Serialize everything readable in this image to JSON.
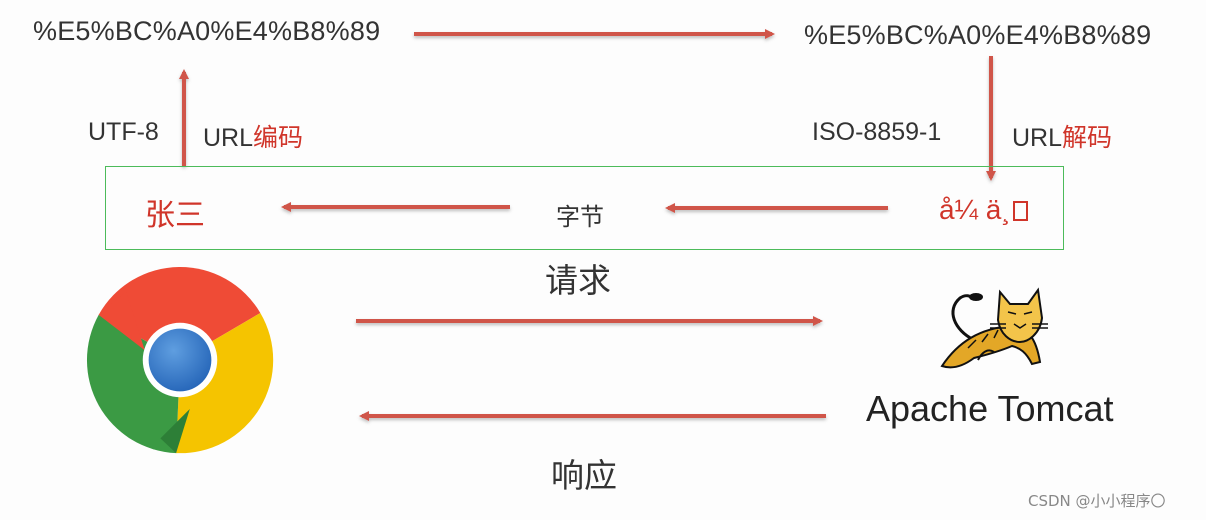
{
  "top": {
    "encoded_left": "%E5%BC%A0%E4%B8%89",
    "encoded_right": "%E5%BC%A0%E4%B8%89"
  },
  "encode_side": {
    "charset": "UTF-8",
    "action_prefix": "URL",
    "action_suffix": "编码"
  },
  "decode_side": {
    "charset": "ISO-8859-1",
    "action_prefix": "URL",
    "action_suffix": "解码"
  },
  "byte_row": {
    "original": "张三",
    "middle": "字节",
    "garbled": "å¼ ä¸"
  },
  "flow": {
    "request_label": "请求",
    "response_label": "响应"
  },
  "client": {
    "icon": "chrome-browser-icon"
  },
  "server": {
    "icon": "tomcat-cat-icon",
    "name": "Apache Tomcat"
  },
  "colors": {
    "arrow": "#d0554a",
    "highlight_text": "#d0352a",
    "box_border": "#4cbb5a"
  },
  "watermark": "CSDN @小小程序〇"
}
